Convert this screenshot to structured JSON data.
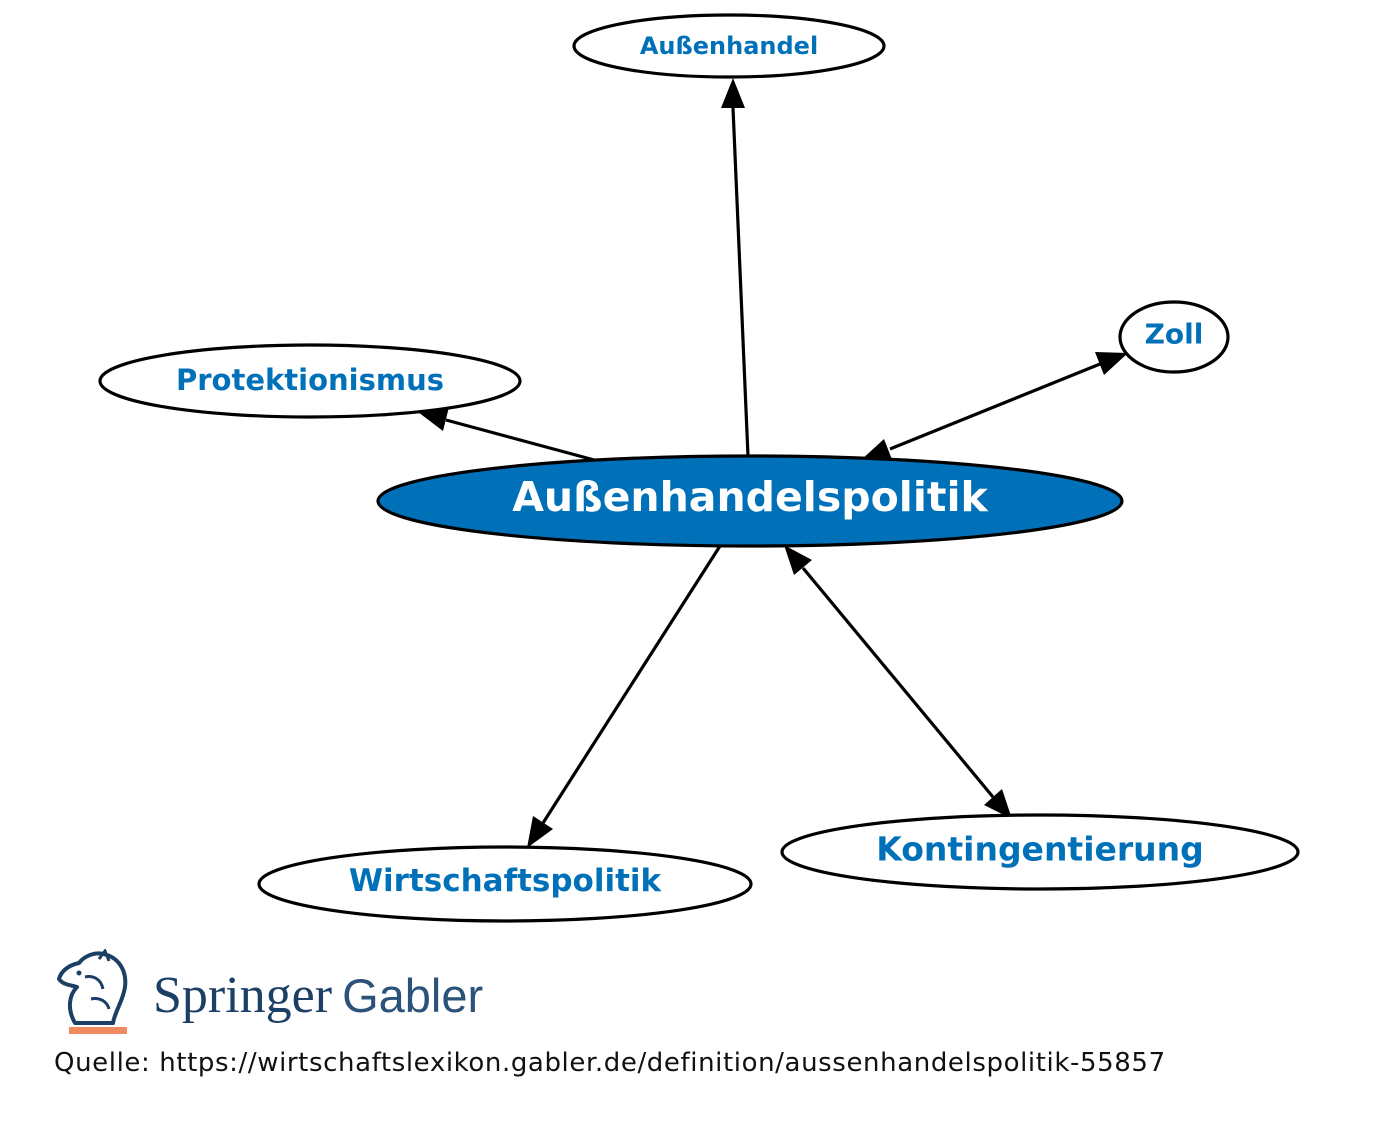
{
  "diagram": {
    "center": {
      "label": "Außenhandelspolitik",
      "fill": "#0070b8",
      "text_color": "#ffffff"
    },
    "nodes": [
      {
        "id": "aussenhandel",
        "label": "Außenhandel"
      },
      {
        "id": "zoll",
        "label": "Zoll"
      },
      {
        "id": "protektionismus",
        "label": "Protektionismus"
      },
      {
        "id": "wirtschaftspolitik",
        "label": "Wirtschaftspolitik"
      },
      {
        "id": "kontingentierung",
        "label": "Kontingentierung"
      }
    ],
    "edges": [
      {
        "from": "center",
        "to": "aussenhandel",
        "direction": "forward"
      },
      {
        "from": "center",
        "to": "zoll",
        "direction": "both"
      },
      {
        "from": "center",
        "to": "protektionismus",
        "direction": "forward"
      },
      {
        "from": "center",
        "to": "wirtschaftspolitik",
        "direction": "forward"
      },
      {
        "from": "center",
        "to": "kontingentierung",
        "direction": "both"
      }
    ],
    "link_color": "#0070b8",
    "outline_color": "#000000",
    "node_fill": "#ffffff"
  },
  "brand": {
    "logo_icon": "knight-chess-horse-icon",
    "name": "Springer",
    "publisher": "Gabler",
    "accent": "#f08a60",
    "color": "#1c3f66"
  },
  "source": {
    "text": "Quelle: https://wirtschaftslexikon.gabler.de/definition/aussenhandelspolitik-55857"
  }
}
